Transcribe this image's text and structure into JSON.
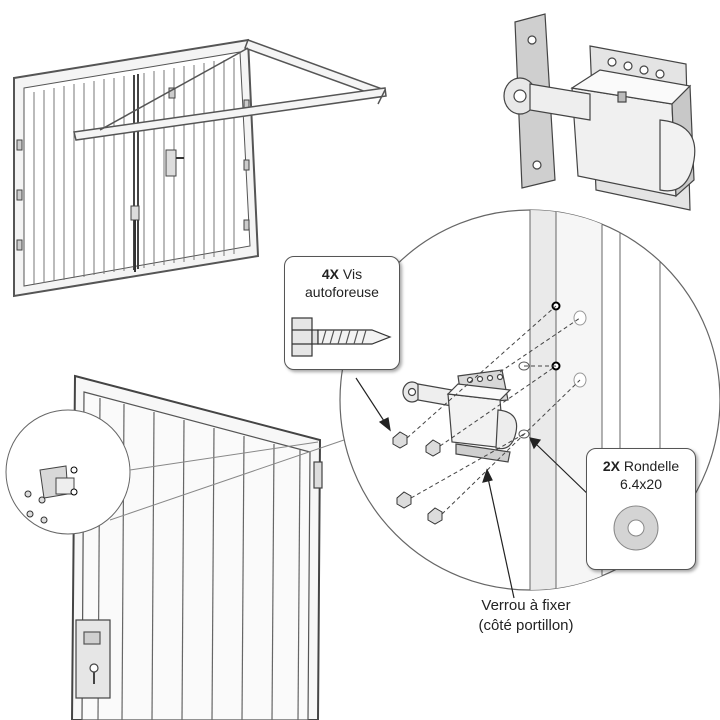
{
  "screws_callout": {
    "qty": "4X",
    "name_line1": "Vis",
    "name_line2": "autoforeuse"
  },
  "washers_callout": {
    "qty": "2X",
    "name": "Rondelle",
    "size": "6.4x20"
  },
  "bolt_caption": {
    "line1": "Verrou à fixer",
    "line2": "(côté portillon)"
  },
  "colors": {
    "line": "#444444",
    "panel": "#eeeeee",
    "metal": "#d6d6d6",
    "shadow": "#9a9a9a"
  }
}
